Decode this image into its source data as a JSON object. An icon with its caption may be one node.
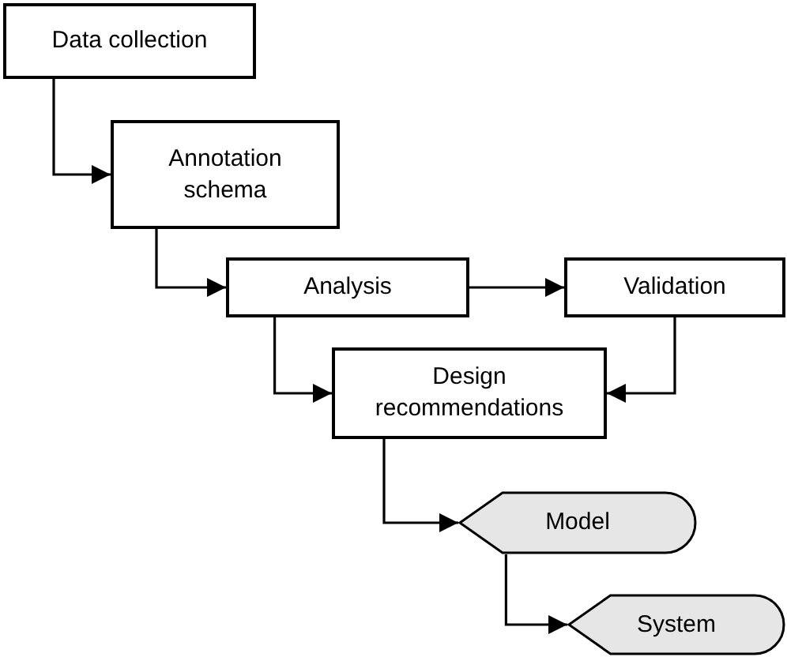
{
  "diagram": {
    "nodes": [
      {
        "text": [
          "Data collection"
        ]
      },
      {
        "text": [
          "Annotation schema"
        ]
      },
      {
        "text": [
          "Analysis"
        ]
      },
      {
        "text": [
          "Validation"
        ]
      },
      {
        "text": [
          "Design recommendations"
        ]
      },
      {
        "text": [
          "Model"
        ]
      },
      {
        "text": [
          "System"
        ]
      }
    ],
    "edges": [
      {
        "from": 0,
        "to": 1,
        "arrow": "to"
      },
      {
        "from": 1,
        "to": 2,
        "arrow": "to"
      },
      {
        "from": 2,
        "to": 3,
        "arrow": "to"
      },
      {
        "from": 2,
        "to": 4,
        "arrow": "to"
      },
      {
        "from": 3,
        "to": 4,
        "arrow": "to"
      },
      {
        "from": 4,
        "to": 5,
        "arrow": "to"
      },
      {
        "from": 5,
        "to": 6,
        "arrow": "to"
      }
    ]
  }
}
